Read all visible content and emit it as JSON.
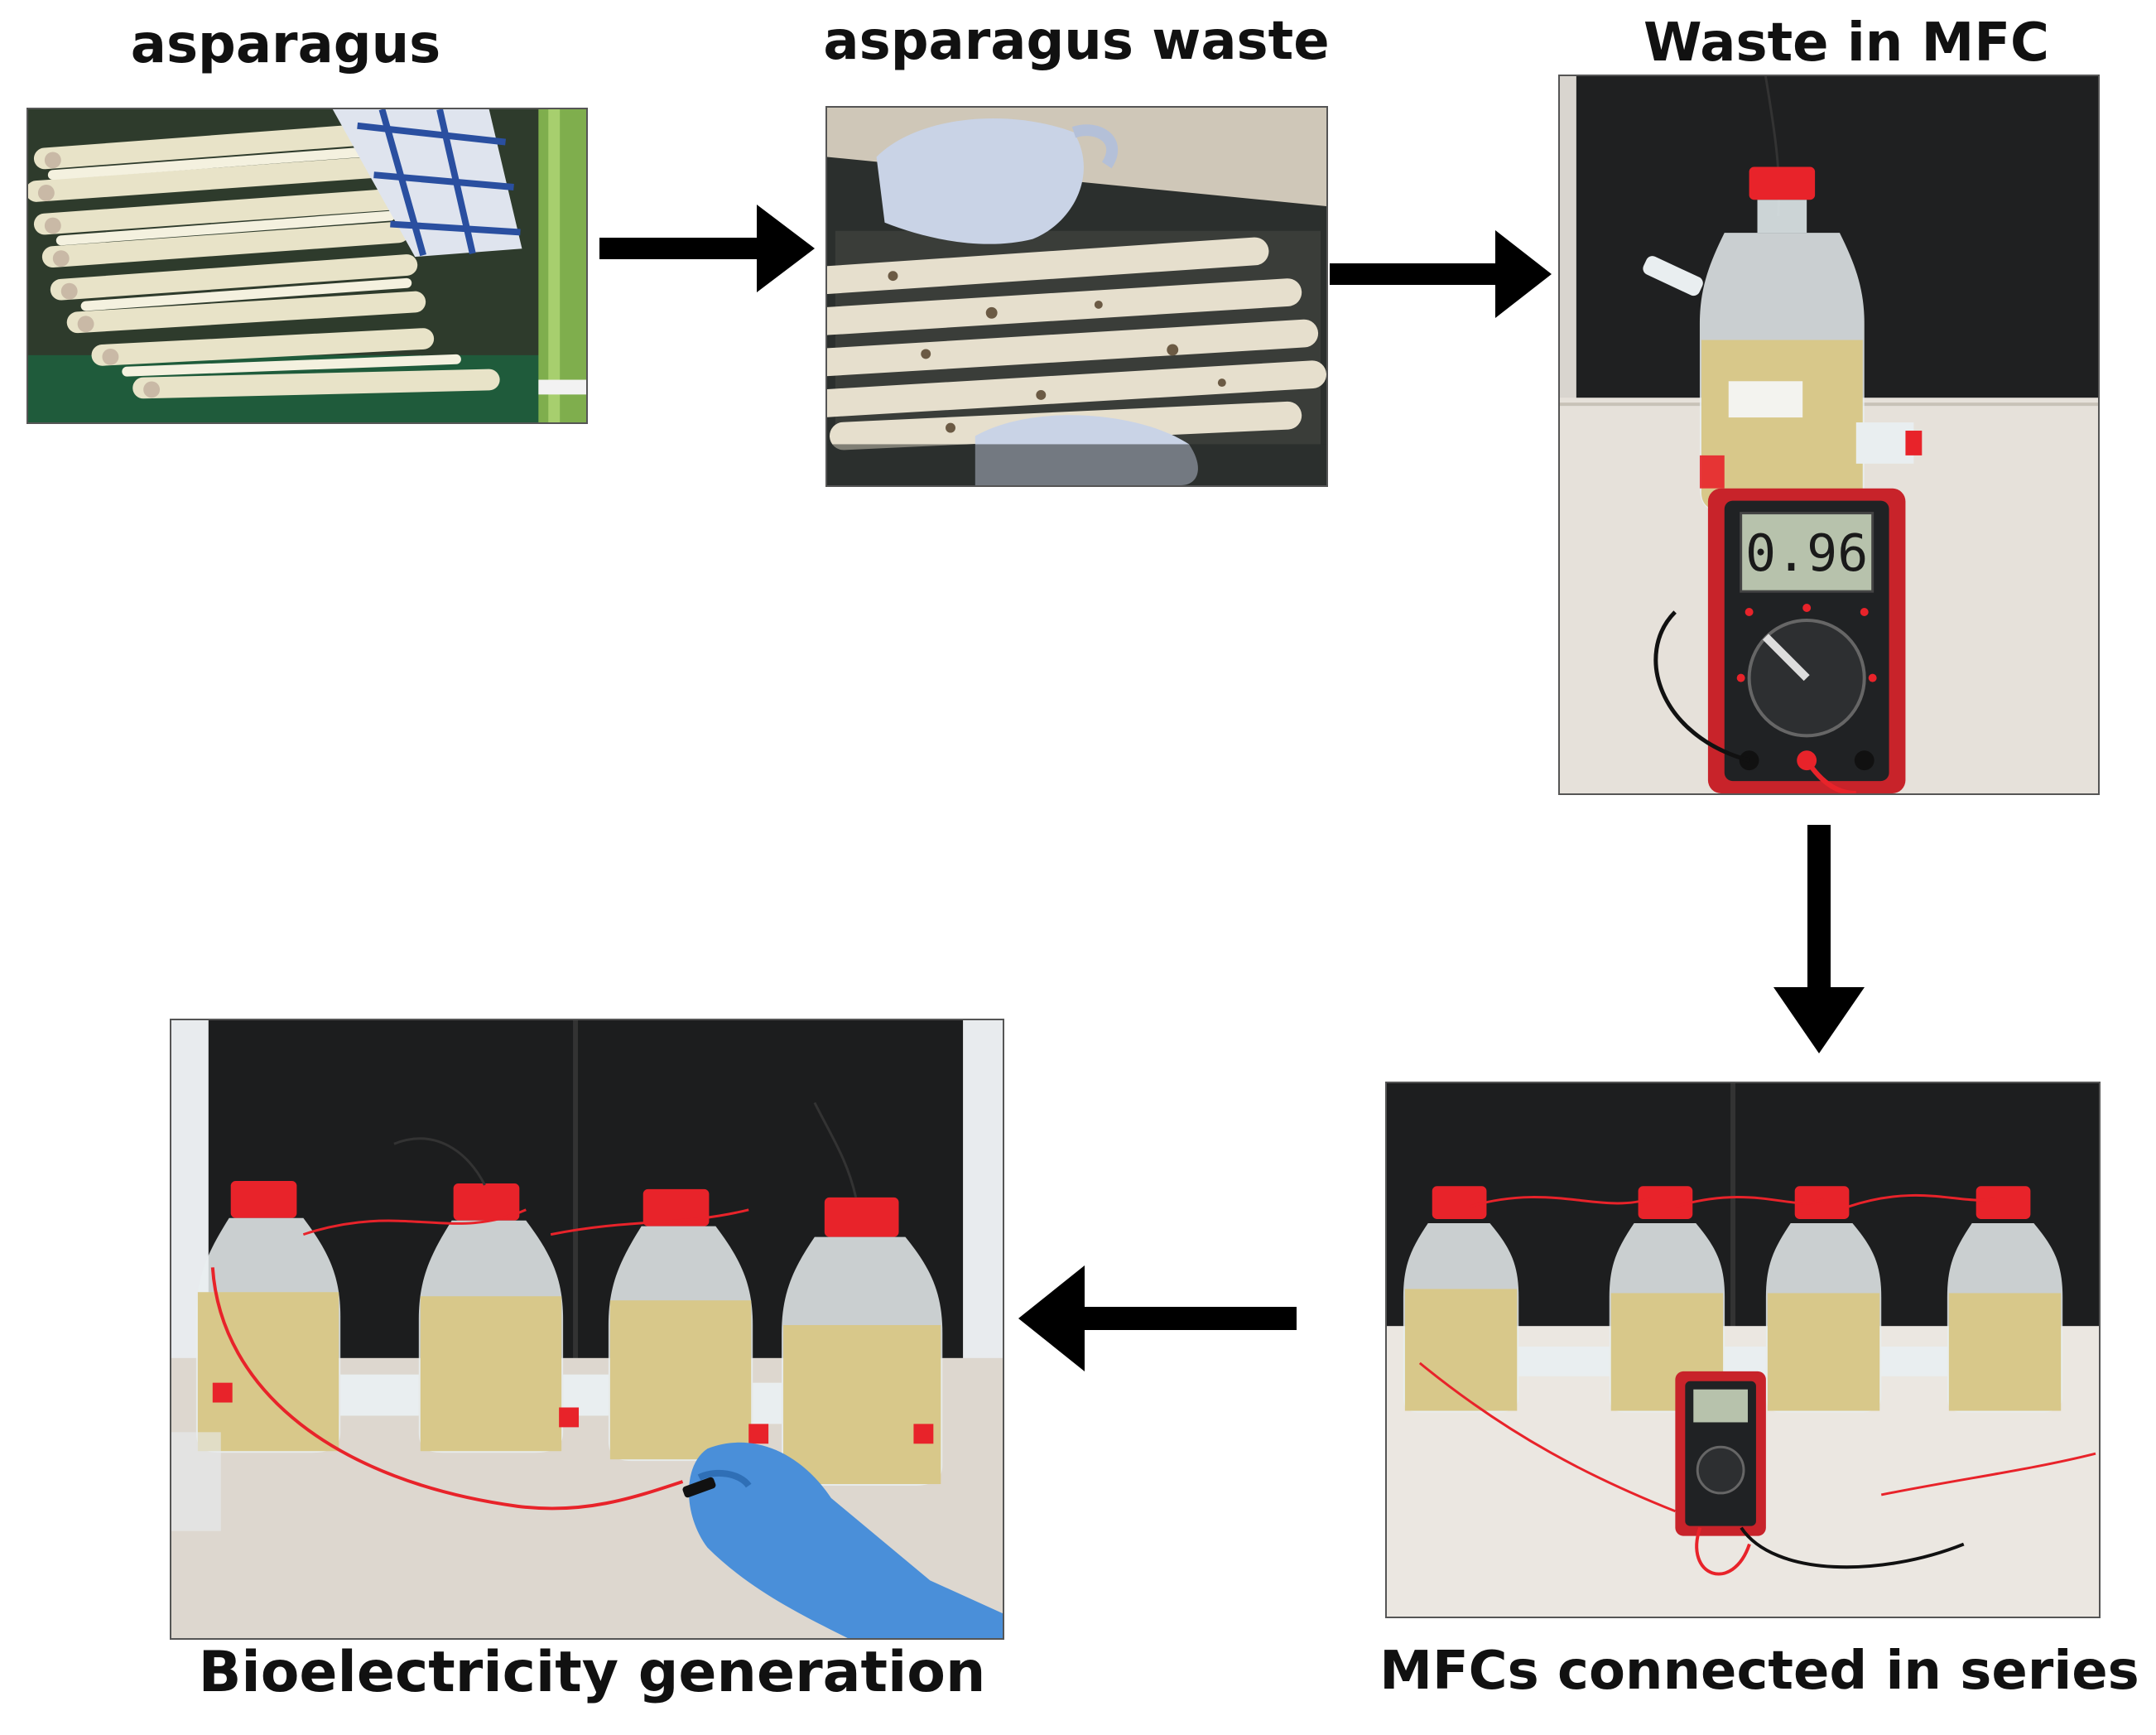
{
  "stages": {
    "asparagus": {
      "label": "asparagus"
    },
    "asparagus_waste": {
      "label": "asparagus waste"
    },
    "waste_in_mfc": {
      "label": "Waste in MFC",
      "meter_reading": "0.96"
    },
    "mfcs_in_series": {
      "label": "MFCs connected in series"
    },
    "bioelectricity": {
      "label": "Bioelectricity generation"
    }
  },
  "colors": {
    "arrow": "#000000",
    "bottle_cap": "#e8232a",
    "slurry": "#d8c88a",
    "multimeter": "#c8232a",
    "glove": "#4a8fd9"
  }
}
